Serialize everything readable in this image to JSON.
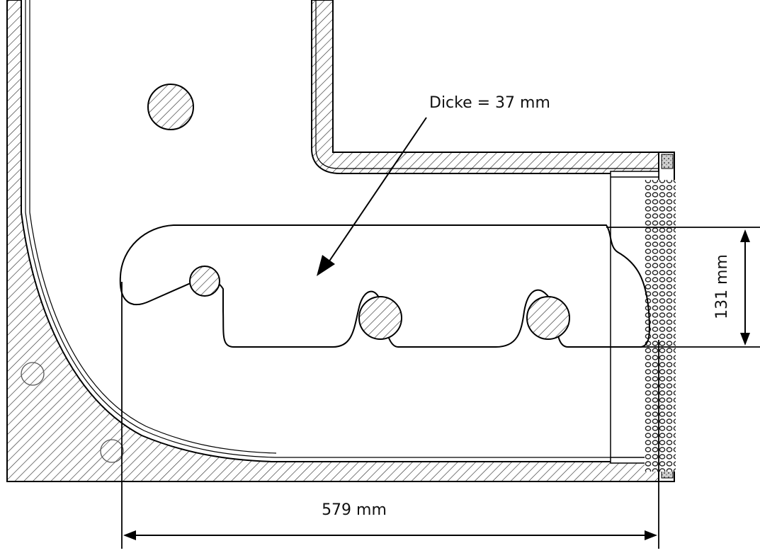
{
  "annotations": {
    "thickness": "Dicke = 37 mm",
    "height": "131 mm",
    "length": "579 mm"
  },
  "colors": {
    "line": "#000000",
    "background": "#ffffff"
  }
}
